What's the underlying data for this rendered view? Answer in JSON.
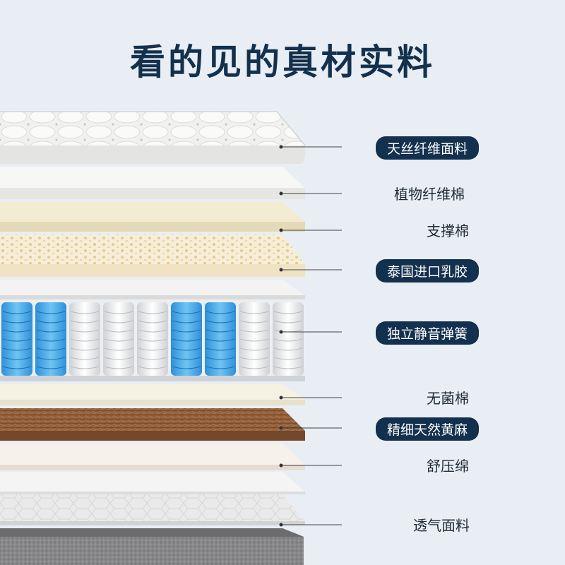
{
  "page": {
    "title": "看的见的真材实料",
    "background": "#e9eef4",
    "accent": "#13314e"
  },
  "layers": [
    {
      "name": "天丝纤维面料",
      "highlighted": true
    },
    {
      "name": "植物纤维棉",
      "highlighted": false
    },
    {
      "name": "支撑棉",
      "highlighted": false
    },
    {
      "name": "泰国进口乳胶",
      "highlighted": true
    },
    {
      "name": "独立静音弹簧",
      "highlighted": true
    },
    {
      "name": "无菌棉",
      "highlighted": false
    },
    {
      "name": "精细天然黄麻",
      "highlighted": true
    },
    {
      "name": "舒压绵",
      "highlighted": false
    },
    {
      "name": "透气面料",
      "highlighted": false
    }
  ]
}
